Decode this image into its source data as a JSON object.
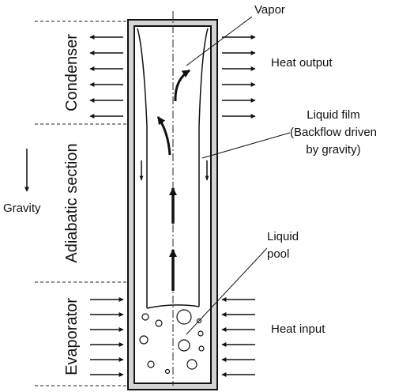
{
  "sections": {
    "condenser": "Condenser",
    "adiabatic": "Adiabatic section",
    "evaporator": "Evaporator"
  },
  "labels": {
    "vapor": "Vapor",
    "heat_output": "Heat output",
    "liquid_film": [
      "Liquid film",
      "(Backflow driven",
      "by gravity)"
    ],
    "gravity": "Gravity",
    "liquid_pool": [
      "Liquid",
      "pool"
    ],
    "heat_input": "Heat input"
  },
  "colors": {
    "wall_fill": "#d4d4d4",
    "stroke": "#111111"
  }
}
